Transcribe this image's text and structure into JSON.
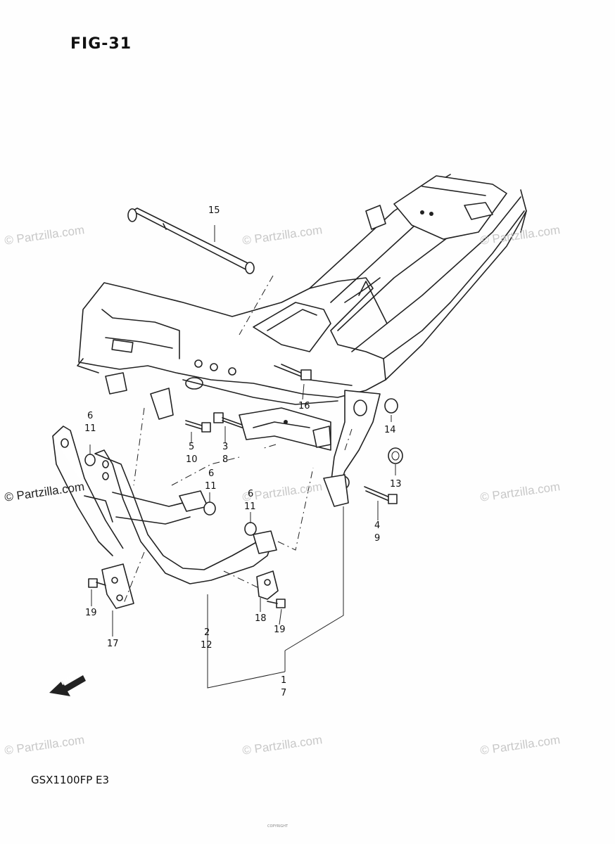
{
  "figure_title": "FIG-31",
  "model_code": "GSX1100FP  E3",
  "fwd_label": "FWD",
  "footer_note": "COPYRIGHT",
  "watermark_text": "© Partzilla.com",
  "watermark_strong_text": "© Partzilla.com",
  "callouts": {
    "c15": "15",
    "c16": "16",
    "c14": "14",
    "c13": "13",
    "c6a": "6",
    "c11a": "11",
    "c5": "5",
    "c10": "10",
    "c3": "3",
    "c8": "8",
    "c6b": "6",
    "c11b": "11",
    "c6c": "6",
    "c11c": "11",
    "c4": "4",
    "c9": "9",
    "c19a": "19",
    "c17": "17",
    "c2": "2",
    "c12": "12",
    "c18": "18",
    "c19b": "19",
    "c1": "1",
    "c7": "7"
  }
}
